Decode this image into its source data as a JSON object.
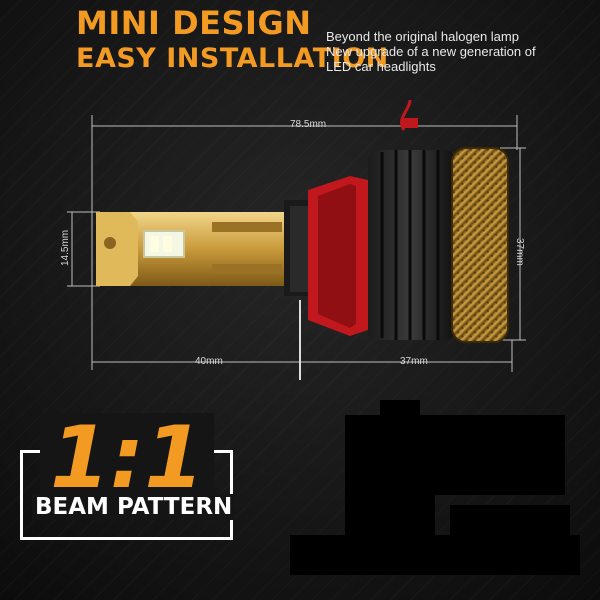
{
  "headline": {
    "line1": "MINI DESIGN",
    "line2": "EASY INSTALLATION"
  },
  "tagline": {
    "line1": "Beyond the original halogen lamp",
    "line2": "New upgrade of a new generation of",
    "line3": "LED car headlights"
  },
  "dimensions": {
    "total_length": "78.5mm",
    "height_small": "14.5mm",
    "height_large": "37mm",
    "front_length": "40mm",
    "rear_length": "37mm"
  },
  "badge": {
    "ratio": "1:1",
    "label": "BEAM PATTERN"
  },
  "colors": {
    "accent": "#f39a23",
    "background": "#151515",
    "gold": "#c99a3a",
    "red": "#c0181c"
  },
  "icons": [
    "led-chip-icon",
    "headlight-bulb-icon"
  ]
}
